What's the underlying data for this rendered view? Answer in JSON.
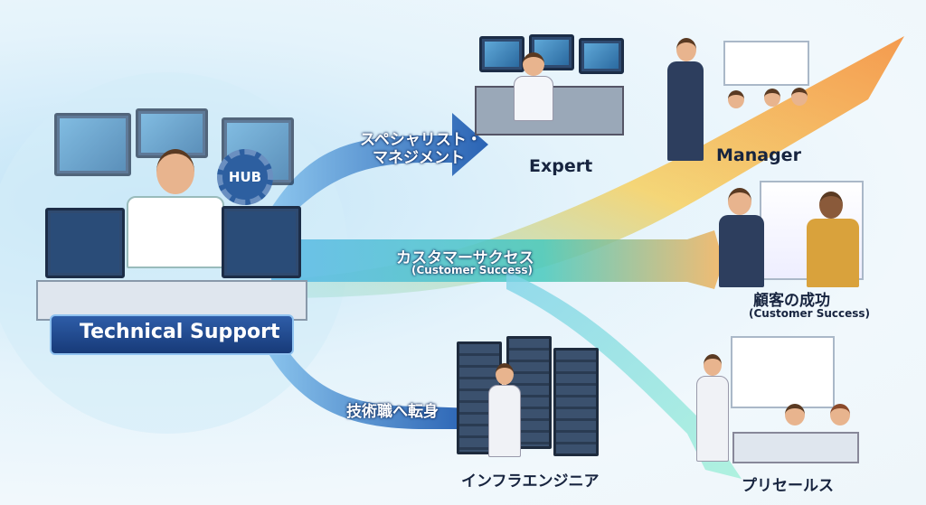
{
  "hub": {
    "badge": "HUB",
    "title": "Technical Support"
  },
  "paths": {
    "specialist": "スペシャリスト・",
    "management": "マネジメント",
    "customer_success": "カスタマーサクセス",
    "customer_success_en": "(Customer Success)",
    "tech_transfer": "技術職へ転身"
  },
  "destinations": {
    "expert": "Expert",
    "manager": "Manager",
    "customer_success_jp": "顧客の成功",
    "customer_success_en": "(Customer Success)",
    "infra": "インフラエンジニア",
    "presales": "プリセールス"
  },
  "colors": {
    "blue_arrow": "#2f6fc0",
    "teal_band": "#3fc6c0",
    "orange_arrow": "#f59a3a",
    "label_dark": "#17243f"
  }
}
